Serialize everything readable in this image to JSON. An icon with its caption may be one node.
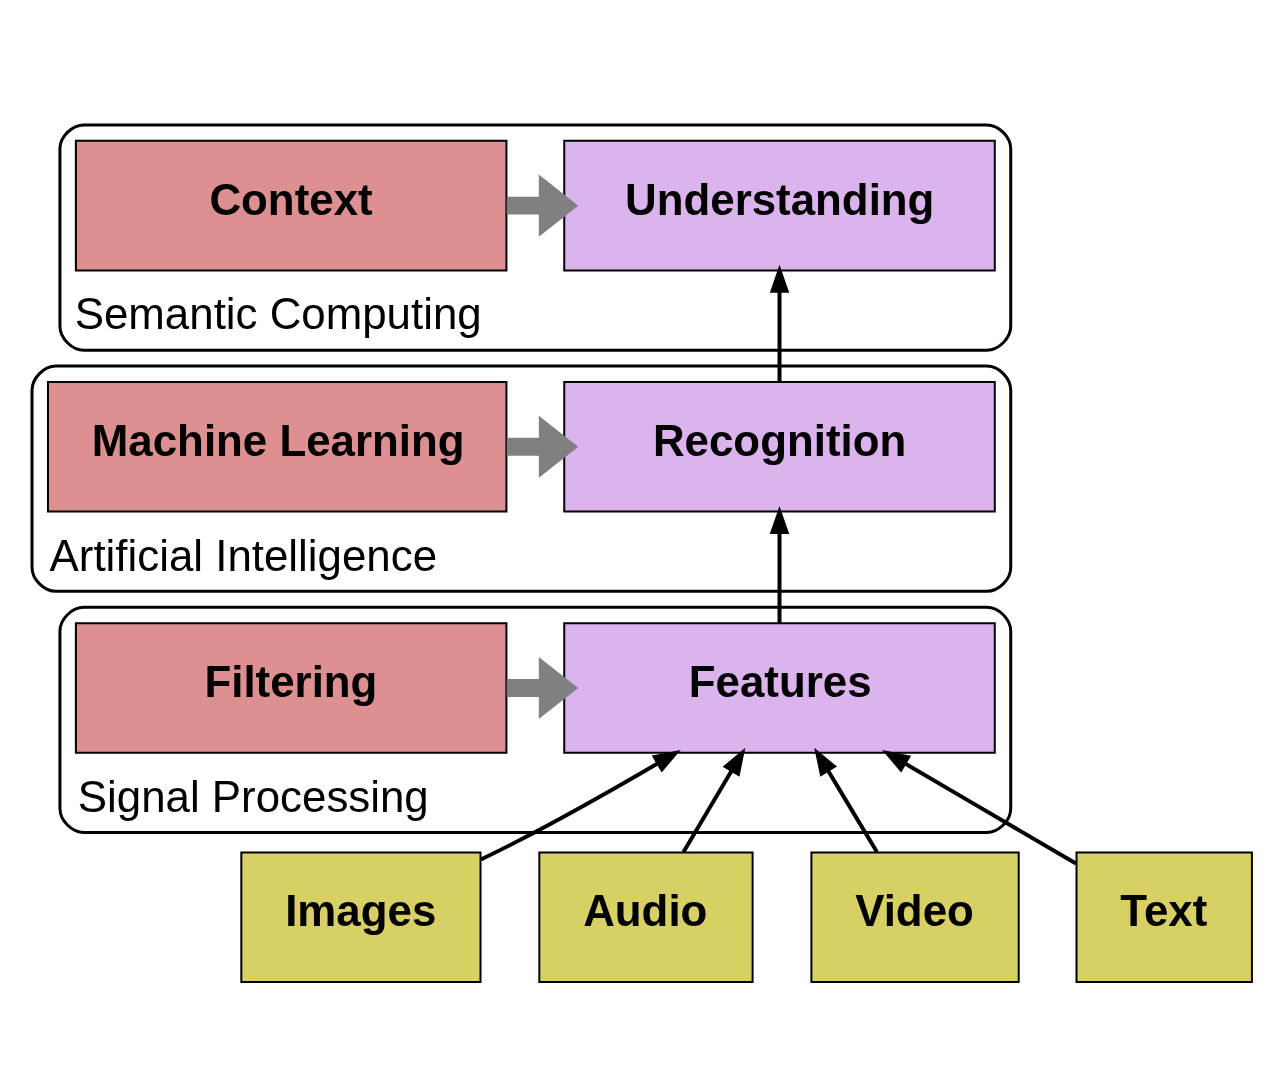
{
  "diagram": {
    "nodes": [
      {
        "text": [
          "Semantic Computing"
        ]
      },
      {
        "text": [
          "Context"
        ],
        "in": 0
      },
      {
        "text": [
          "Understanding"
        ],
        "in": 0
      },
      {
        "text": [
          "Artificial Intelligence"
        ]
      },
      {
        "text": [
          "Machine Learning"
        ],
        "in": 3
      },
      {
        "text": [
          "Recognition"
        ],
        "in": 3
      },
      {
        "text": [
          "Signal Processing"
        ]
      },
      {
        "text": [
          "Filtering"
        ],
        "in": 6
      },
      {
        "text": [
          "Features"
        ],
        "in": 6
      },
      {
        "text": [
          "Images"
        ]
      },
      {
        "text": [
          "Audio"
        ]
      },
      {
        "text": [
          "Video"
        ]
      },
      {
        "text": [
          "Text"
        ]
      }
    ],
    "edges": [
      {
        "from": 1,
        "to": 2,
        "arrow": "to",
        "style": "thick",
        "color": "#808080"
      },
      {
        "from": 4,
        "to": 5,
        "arrow": "to",
        "style": "thick",
        "color": "#808080"
      },
      {
        "from": 7,
        "to": 8,
        "arrow": "to",
        "style": "thick",
        "color": "#808080"
      },
      {
        "from": 5,
        "to": 2,
        "arrow": "to"
      },
      {
        "from": 8,
        "to": 5,
        "arrow": "to"
      },
      {
        "from": 9,
        "to": 8,
        "arrow": "to"
      },
      {
        "from": 10,
        "to": 8,
        "arrow": "to"
      },
      {
        "from": 11,
        "to": 8,
        "arrow": "to"
      },
      {
        "from": 12,
        "to": 8,
        "arrow": "to"
      }
    ]
  }
}
